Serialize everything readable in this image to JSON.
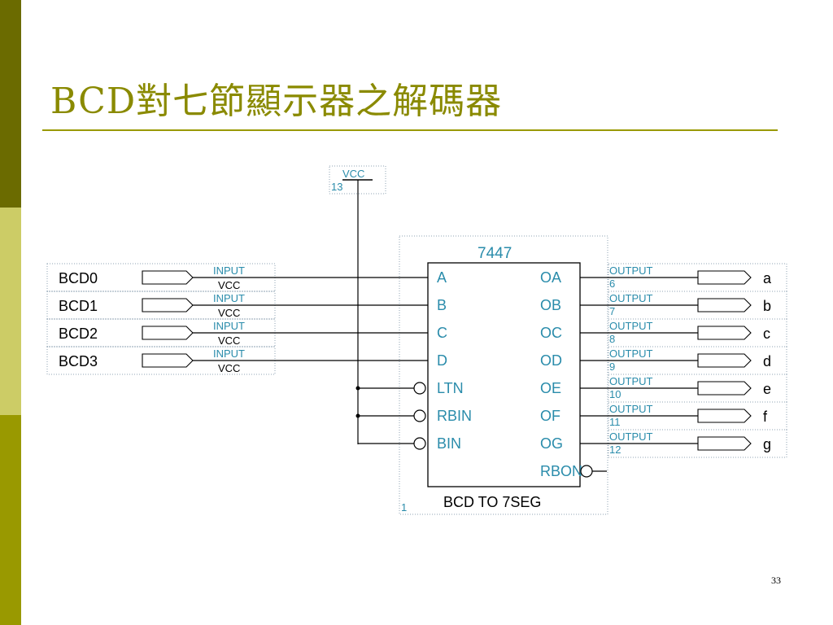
{
  "title": "BCD對七節顯示器之解碼器",
  "page_number": "33",
  "vcc": {
    "label": "VCC",
    "number": "13"
  },
  "chip": {
    "part": "7447",
    "name": "BCD TO 7SEG",
    "number": "1",
    "left_pins": [
      "A",
      "B",
      "C",
      "D",
      "LTN",
      "RBIN",
      "BIN"
    ],
    "right_pins": [
      "OA",
      "OB",
      "OC",
      "OD",
      "OE",
      "OF",
      "OG",
      "RBON"
    ]
  },
  "inputs": [
    {
      "name": "BCD0",
      "type": "INPUT",
      "vcc": "VCC"
    },
    {
      "name": "BCD1",
      "type": "INPUT",
      "vcc": "VCC"
    },
    {
      "name": "BCD2",
      "type": "INPUT",
      "vcc": "VCC"
    },
    {
      "name": "BCD3",
      "type": "INPUT",
      "vcc": "VCC"
    }
  ],
  "outputs": [
    {
      "name": "a",
      "type": "OUTPUT",
      "number": "6"
    },
    {
      "name": "b",
      "type": "OUTPUT",
      "number": "7"
    },
    {
      "name": "c",
      "type": "OUTPUT",
      "number": "8"
    },
    {
      "name": "d",
      "type": "OUTPUT",
      "number": "9"
    },
    {
      "name": "e",
      "type": "OUTPUT",
      "number": "10"
    },
    {
      "name": "f",
      "type": "OUTPUT",
      "number": "11"
    },
    {
      "name": "g",
      "type": "OUTPUT",
      "number": "12"
    }
  ],
  "colors": {
    "accent": "#999900",
    "label_blue": "#2a8cab",
    "wire": "#000000",
    "dotted": "#8fa3b3"
  }
}
